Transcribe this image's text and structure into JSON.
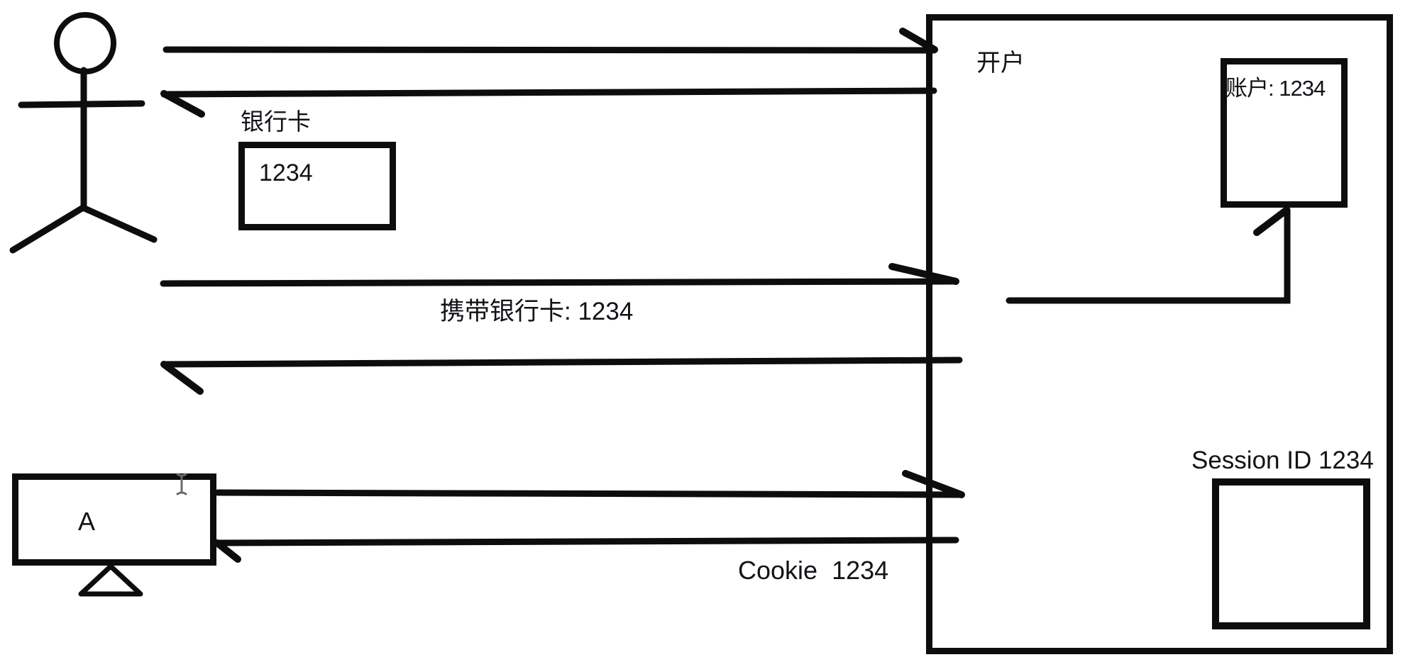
{
  "canvas": {
    "open_account": {
      "title": "开户"
    },
    "account_box": {
      "label": "账户: 1234"
    },
    "bank_card": {
      "label": "银行卡",
      "value": "1234"
    },
    "client": {
      "label": "A"
    },
    "session": {
      "label": "Session ID 1234"
    },
    "messages": {
      "carry_card": "携带银行卡: 1234",
      "cookie": "Cookie  1234"
    },
    "icons": {
      "actor": "person-stick-figure-icon",
      "cursor": "text-ibeam-cursor-icon",
      "actor_marker": "triangle-marker-icon"
    },
    "colors": {
      "ink": "#0d0d0d",
      "background": "#ffffff"
    }
  }
}
